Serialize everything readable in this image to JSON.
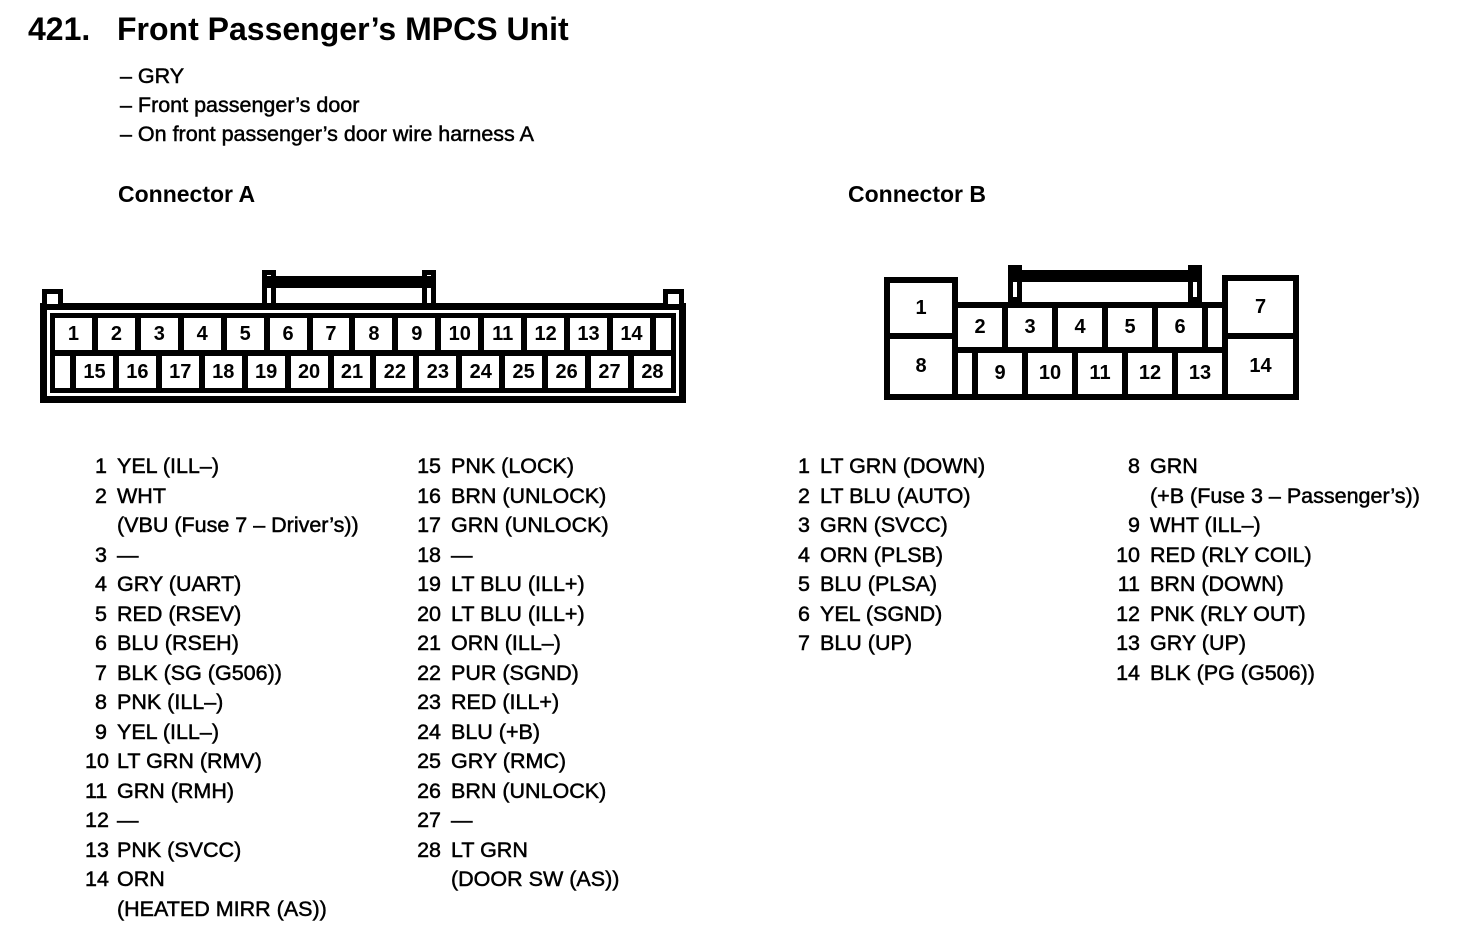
{
  "page": {
    "number": "421.",
    "title": "Front Passenger’s MPCS Unit",
    "bullets": [
      "– GRY",
      "– Front passenger’s door",
      "– On front passenger’s door wire harness A"
    ]
  },
  "connector_a": {
    "heading": "Connector A",
    "top_pins": [
      "1",
      "2",
      "3",
      "4",
      "5",
      "6",
      "7",
      "8",
      "9",
      "10",
      "11",
      "12",
      "13",
      "14"
    ],
    "bottom_pins": [
      "15",
      "16",
      "17",
      "18",
      "19",
      "20",
      "21",
      "22",
      "23",
      "24",
      "25",
      "26",
      "27",
      "28"
    ],
    "list_col1": [
      {
        "num": "1",
        "text": "YEL (ILL–)"
      },
      {
        "num": "2",
        "text": "WHT"
      },
      {
        "num": "",
        "text": "(VBU (Fuse 7 – Driver’s))"
      },
      {
        "num": "3",
        "text": "—"
      },
      {
        "num": "4",
        "text": "GRY (UART)"
      },
      {
        "num": "5",
        "text": "RED (RSEV)"
      },
      {
        "num": "6",
        "text": "BLU (RSEH)"
      },
      {
        "num": "7",
        "text": "BLK (SG (G506))"
      },
      {
        "num": "8",
        "text": "PNK (ILL–)"
      },
      {
        "num": "9",
        "text": "YEL (ILL–)"
      },
      {
        "num": "10",
        "text": "LT GRN (RMV)"
      },
      {
        "num": "11",
        "text": "GRN (RMH)"
      },
      {
        "num": "12",
        "text": "—"
      },
      {
        "num": "13",
        "text": "PNK (SVCC)"
      },
      {
        "num": "14",
        "text": "ORN"
      },
      {
        "num": "",
        "text": "(HEATED MIRR (AS))"
      }
    ],
    "list_col2": [
      {
        "num": "15",
        "text": "PNK (LOCK)"
      },
      {
        "num": "16",
        "text": "BRN (UNLOCK)"
      },
      {
        "num": "17",
        "text": "GRN (UNLOCK)"
      },
      {
        "num": "18",
        "text": "—"
      },
      {
        "num": "19",
        "text": "LT BLU (ILL+)"
      },
      {
        "num": "20",
        "text": "LT BLU (ILL+)"
      },
      {
        "num": "21",
        "text": "ORN (ILL–)"
      },
      {
        "num": "22",
        "text": "PUR (SGND)"
      },
      {
        "num": "23",
        "text": "RED (ILL+)"
      },
      {
        "num": "24",
        "text": "BLU (+B)"
      },
      {
        "num": "25",
        "text": "GRY (RMC)"
      },
      {
        "num": "26",
        "text": "BRN (UNLOCK)"
      },
      {
        "num": "27",
        "text": "—"
      },
      {
        "num": "28",
        "text": "LT GRN"
      },
      {
        "num": "",
        "text": "(DOOR SW (AS))"
      }
    ]
  },
  "connector_b": {
    "heading": "Connector B",
    "cells": {
      "c1": "1",
      "c2": "2",
      "c3": "3",
      "c4": "4",
      "c5": "5",
      "c6": "6",
      "c7": "7",
      "c8": "8",
      "c9": "9",
      "c10": "10",
      "c11": "11",
      "c12": "12",
      "c13": "13",
      "c14": "14"
    },
    "list_col1": [
      {
        "num": "1",
        "text": "LT GRN (DOWN)"
      },
      {
        "num": "2",
        "text": "LT BLU (AUTO)"
      },
      {
        "num": "3",
        "text": "GRN (SVCC)"
      },
      {
        "num": "4",
        "text": "ORN (PLSB)"
      },
      {
        "num": "5",
        "text": "BLU (PLSA)"
      },
      {
        "num": "6",
        "text": "YEL (SGND)"
      },
      {
        "num": "7",
        "text": "BLU (UP)"
      }
    ],
    "list_col2": [
      {
        "num": "8",
        "text": "GRN"
      },
      {
        "num": "",
        "text": "(+B (Fuse 3 – Passenger’s))"
      },
      {
        "num": "9",
        "text": "WHT (ILL–)"
      },
      {
        "num": "10",
        "text": "RED (RLY COIL)"
      },
      {
        "num": "11",
        "text": "BRN (DOWN)"
      },
      {
        "num": "12",
        "text": "PNK (RLY OUT)"
      },
      {
        "num": "13",
        "text": "GRY (UP)"
      },
      {
        "num": "14",
        "text": "BLK (PG (G506))"
      }
    ]
  }
}
